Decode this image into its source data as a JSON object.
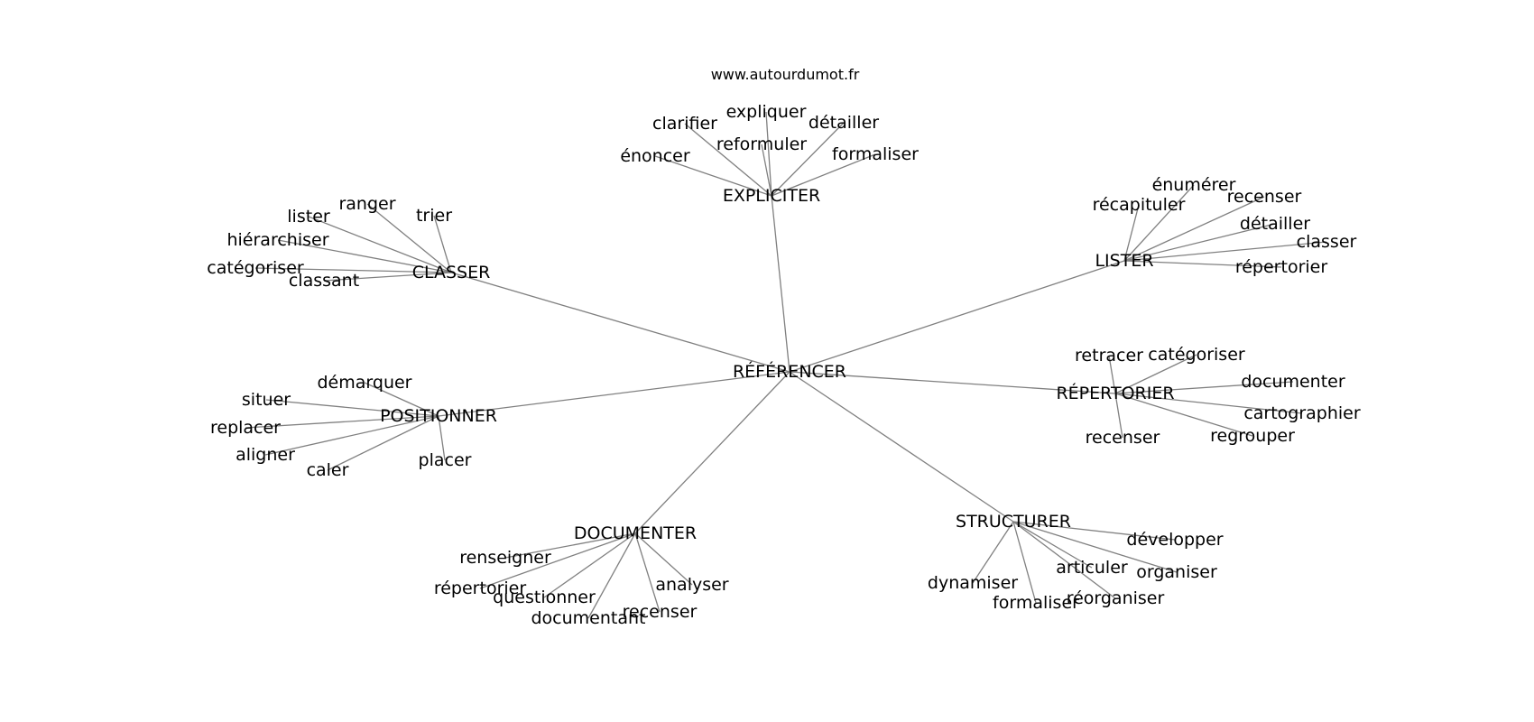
{
  "watermark": "www.autourdumot.fr",
  "colors": {
    "edge": "#808080",
    "text": "#000000",
    "background": "#ffffff"
  },
  "graph": {
    "root": "RÉFÉRENCER",
    "clusters": [
      {
        "hub": "EXPLICITER",
        "leaves": [
          "énoncer",
          "clarifier",
          "expliquer",
          "reformuler",
          "détailler",
          "formaliser"
        ]
      },
      {
        "hub": "CLASSER",
        "leaves": [
          "lister",
          "ranger",
          "trier",
          "hiérarchiser",
          "catégoriser",
          "classant"
        ]
      },
      {
        "hub": "LISTER",
        "leaves": [
          "récapituler",
          "énumérer",
          "recenser",
          "détailler",
          "classer",
          "répertorier"
        ]
      },
      {
        "hub": "POSITIONNER",
        "leaves": [
          "démarquer",
          "situer",
          "replacer",
          "aligner",
          "caler",
          "placer"
        ]
      },
      {
        "hub": "RÉPERTORIER",
        "leaves": [
          "retracer",
          "catégoriser",
          "documenter",
          "cartographier",
          "regrouper",
          "recenser"
        ]
      },
      {
        "hub": "DOCUMENTER",
        "leaves": [
          "renseigner",
          "répertorier",
          "questionner",
          "documentant",
          "recenser",
          "analyser"
        ]
      },
      {
        "hub": "STRUCTURER",
        "leaves": [
          "développer",
          "articuler",
          "organiser",
          "réorganiser",
          "formaliser",
          "dynamiser"
        ]
      }
    ]
  }
}
